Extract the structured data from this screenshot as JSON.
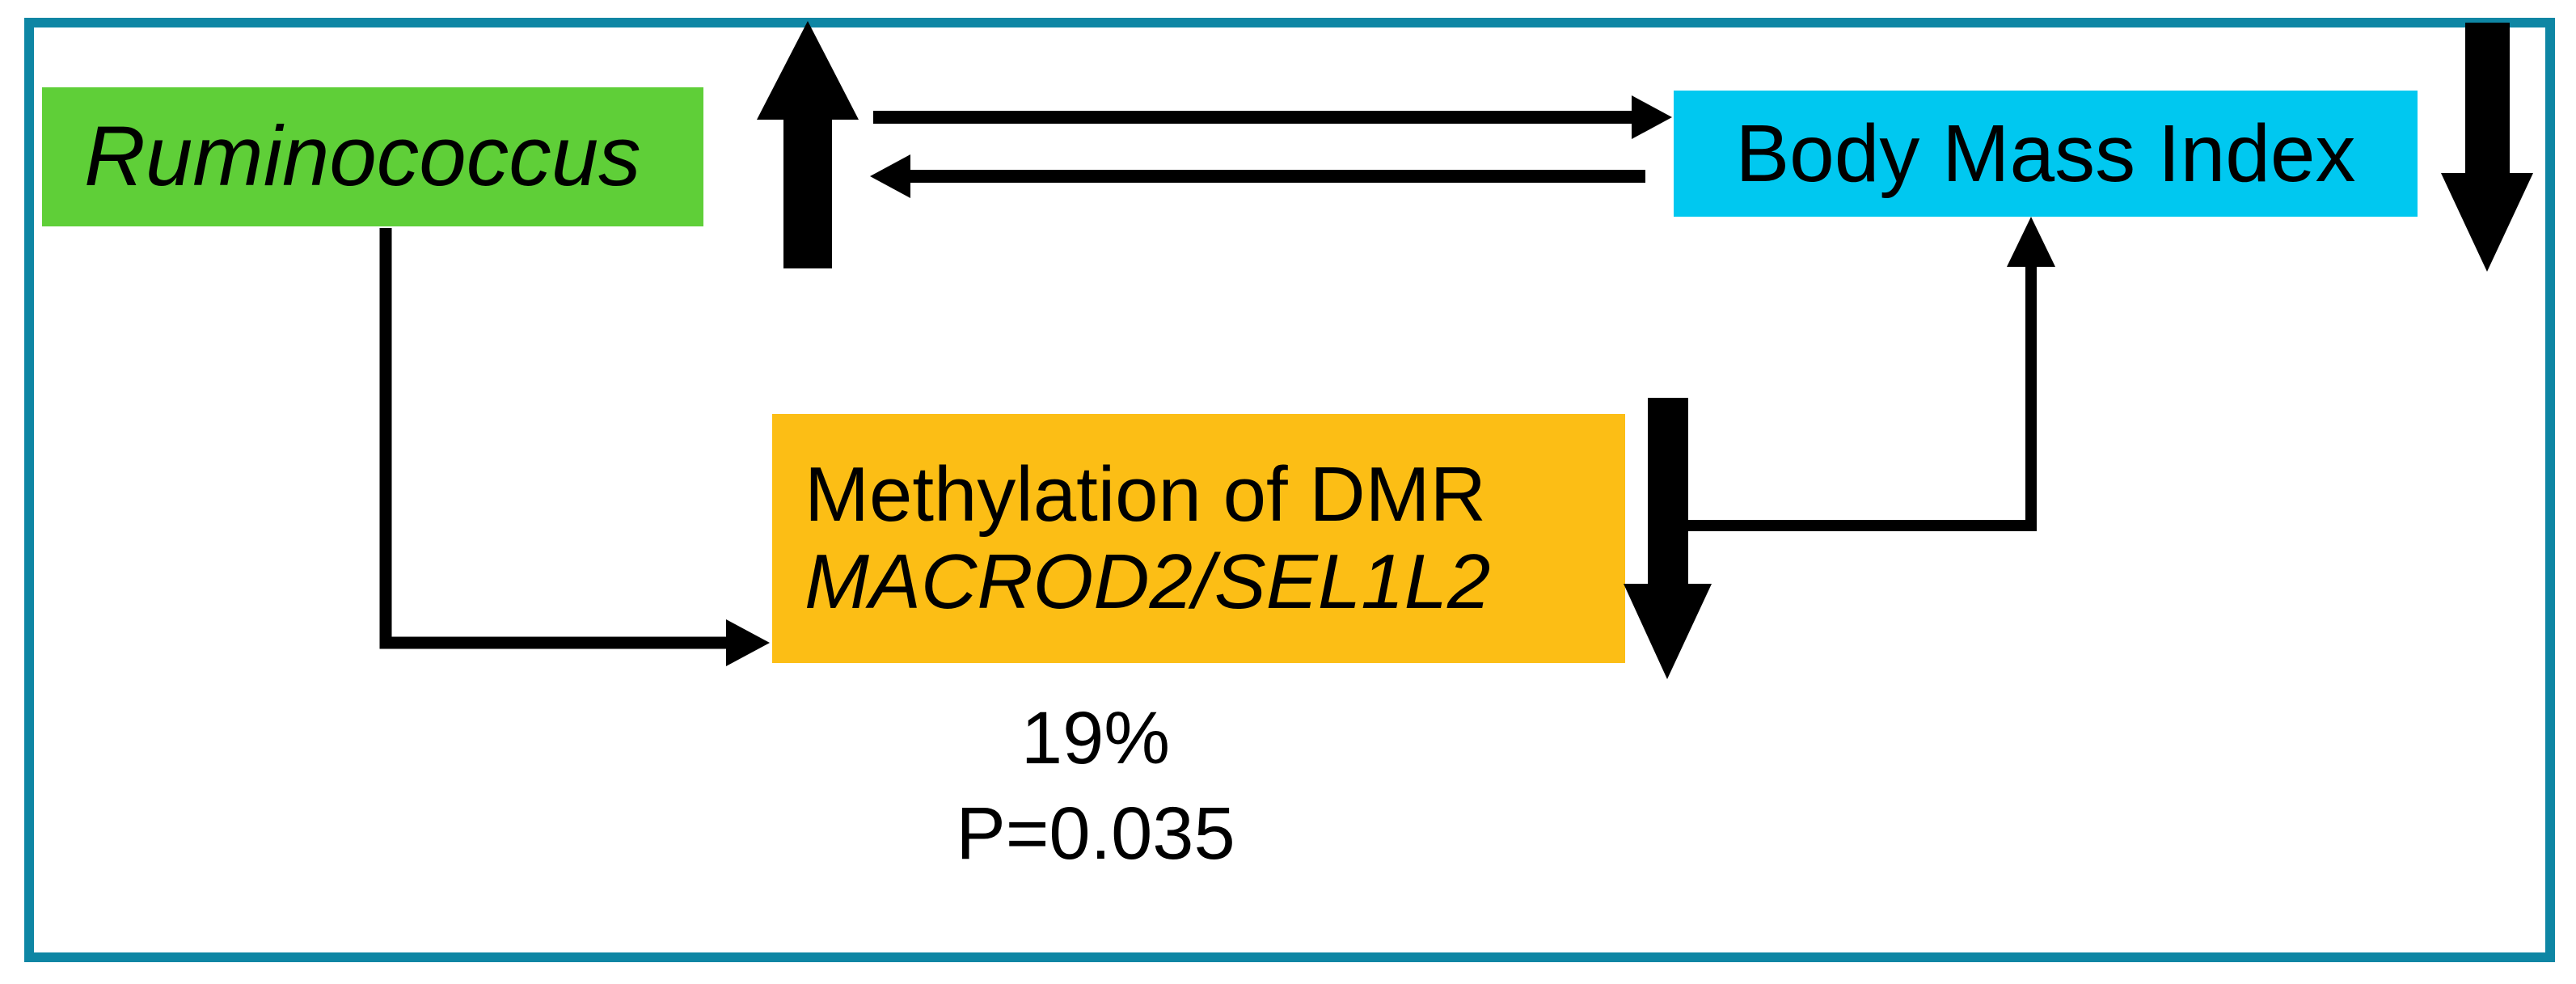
{
  "figure": {
    "kind": "pathway-diagram",
    "frame_color": "#0e86a4",
    "background": "#ffffff"
  },
  "nodes": [
    {
      "id": "ruminococcus",
      "label": "Ruminococcus",
      "style": "italic",
      "fill": "#5fcf38",
      "role": "gut-microbe-genus"
    },
    {
      "id": "bmi",
      "label": "Body Mass Index",
      "style": "normal",
      "fill": "#00c8f0",
      "role": "phenotype"
    },
    {
      "id": "methylation",
      "label_line_1": "Methylation of DMR",
      "label_line_2": "MACROD2/SEL1L2",
      "style_line_1": "normal",
      "style_line_2": "italic",
      "fill": "#fcbe15",
      "role": "epigenetic-mediator"
    }
  ],
  "stats": {
    "mediation_percent": "19%",
    "p_value": "P=0.035"
  },
  "arrows": {
    "ruminococcus_increase": {
      "name": "thick-up-arrow-ruminococcus",
      "direction": "up",
      "meaning": "increase",
      "color": "#000000"
    },
    "bmi_decrease": {
      "name": "thick-down-arrow-bmi",
      "direction": "down",
      "meaning": "decrease",
      "color": "#000000"
    },
    "methylation_decrease": {
      "name": "thick-down-arrow-methylation",
      "direction": "down",
      "meaning": "decrease",
      "color": "#000000"
    },
    "ruminococcus_to_bmi": {
      "name": "arrow-ruminococcus-to-bmi",
      "direction": "right",
      "color": "#000000"
    },
    "bmi_to_ruminococcus": {
      "name": "arrow-bmi-to-ruminococcus",
      "direction": "left",
      "color": "#000000"
    },
    "ruminococcus_to_methylation": {
      "name": "elbow-arrow-ruminococcus-to-methylation",
      "direction": "down-then-right",
      "color": "#000000"
    },
    "methylation_to_bmi": {
      "name": "elbow-arrow-methylation-to-bmi",
      "direction": "right-then-up",
      "color": "#000000"
    }
  }
}
